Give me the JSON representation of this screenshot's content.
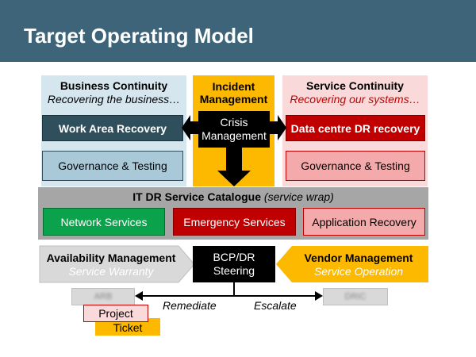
{
  "slide": {
    "title": "Target Operating Model"
  },
  "business_continuity": {
    "heading": "Business Continuity",
    "subtitle": "Recovering the business…",
    "work_area_recovery": "Work Area Recovery",
    "governance": "Governance & Testing"
  },
  "incident_management": {
    "heading_line1": "Incident",
    "heading_line2": "Management",
    "crisis_line1": "Crisis",
    "crisis_line2": "Management"
  },
  "service_continuity": {
    "heading": "Service Continuity",
    "subtitle": "Recovering our systems…",
    "dc_recovery": "Data centre DR recovery",
    "governance": "Governance & Testing"
  },
  "catalogue": {
    "heading": "IT DR Service Catalogue",
    "heading_suffix": "(service wrap)",
    "network": "Network Services",
    "emergency": "Emergency Services",
    "application": "Application Recovery"
  },
  "availability": {
    "heading": "Availability Management",
    "subtitle": "Service Warranty"
  },
  "steering": {
    "line1": "BCP/DR",
    "line2": "Steering"
  },
  "vendor": {
    "heading": "Vendor Management",
    "subtitle": "Service Operation"
  },
  "flows": {
    "left_box": "ARB",
    "right_box": "DRIC",
    "remediate": "Remediate",
    "escalate": "Escalate",
    "project": "Project",
    "ticket": "Ticket"
  },
  "colors": {
    "header": "#3d6478",
    "bc_panel": "#d6e6ef",
    "sc_panel": "#f9d9d9",
    "im_panel": "#fcb900",
    "dark_teal": "#2f4f5c",
    "dark_red": "#c00000",
    "green": "#0aa24a",
    "grey_band": "#a6a6a6"
  }
}
